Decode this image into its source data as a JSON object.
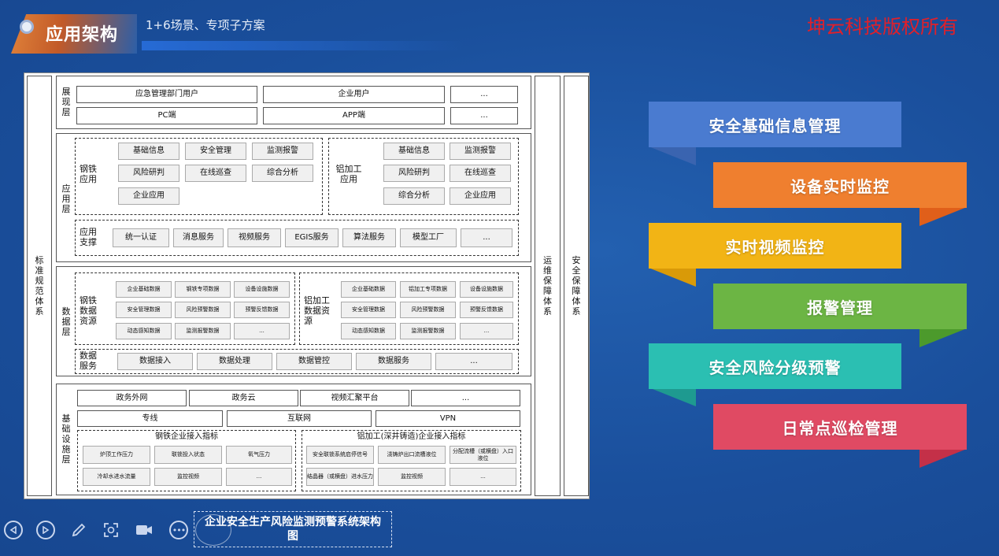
{
  "header": {
    "title": "应用架构",
    "subtitle": "1+6场景、专项子方案",
    "watermark": "坤云科技版权所有"
  },
  "diagram": {
    "left_label": "标准规范体系",
    "right_labels": [
      "运维保障体系",
      "安全保障体系"
    ],
    "presentation": {
      "label": "展现层",
      "row1": [
        "应急管理部门用户",
        "企业用户",
        "..."
      ],
      "row2": [
        "PC端",
        "APP端",
        "..."
      ]
    },
    "application": {
      "label": "应用层",
      "steel": {
        "label": "钢铁应用",
        "items": [
          "基础信息",
          "安全管理",
          "监测报警",
          "风险研判",
          "在线巡查",
          "综合分析",
          "企业应用"
        ]
      },
      "aluminum": {
        "label": "铝加工应用",
        "items": [
          "基础信息",
          "监测报警",
          "风险研判",
          "在线巡查",
          "综合分析",
          "企业应用"
        ]
      },
      "support": {
        "label": "应用支撑",
        "items": [
          "统一认证",
          "消息服务",
          "视频服务",
          "EGIS服务",
          "算法服务",
          "模型工厂",
          "..."
        ]
      }
    },
    "data": {
      "label": "数据层",
      "steel": {
        "label": "钢铁数据资源",
        "items": [
          "企业基础数据",
          "钢铁专项数据",
          "设备设施数据",
          "安全管理数据",
          "风险预警数据",
          "预警反馈数据",
          "动态感知数据",
          "监测报警数据",
          "..."
        ]
      },
      "aluminum": {
        "label": "铝加工数据资源",
        "items": [
          "企业基础数据",
          "铝加工专项数据",
          "设备设施数据",
          "安全管理数据",
          "风险预警数据",
          "预警反馈数据",
          "动态感知数据",
          "监测报警数据",
          "..."
        ]
      },
      "services": {
        "label": "数据服务",
        "items": [
          "数据接入",
          "数据处理",
          "数据管控",
          "数据服务",
          "..."
        ]
      }
    },
    "infrastructure": {
      "label": "基础设施层",
      "row1": [
        "政务外网",
        "政务云",
        "视频汇聚平台",
        "..."
      ],
      "row2": [
        "专线",
        "互联网",
        "VPN"
      ],
      "steel_title": "钢铁企业接入指标",
      "steel_items": [
        "炉顶工作压力",
        "联锁投入状态",
        "氧气压力",
        "冷却水进水流量",
        "监控视频",
        "..."
      ],
      "aluminum_title": "铝加工(深井铸造)企业接入指标",
      "aluminum_items": [
        "安全联锁系统启停信号",
        "浇铸炉出口流槽液位",
        "分配流槽（或横盘）入口液位",
        "结晶器（或横盘）进水压力",
        "监控视频",
        "..."
      ]
    }
  },
  "ribbons": [
    {
      "label": "安全基础信息管理",
      "color": "#4a7bd0"
    },
    {
      "label": "设备实时监控",
      "color": "#ef7f2f"
    },
    {
      "label": "实时视频监控",
      "color": "#f2b415"
    },
    {
      "label": "报警管理",
      "color": "#6cb544"
    },
    {
      "label": "安全风险分级预警",
      "color": "#2bbfb2"
    },
    {
      "label": "日常点巡检管理",
      "color": "#e04a63"
    }
  ],
  "toolbar": {
    "icons": [
      "prev-icon",
      "next-icon",
      "pen-icon",
      "screenshot-icon",
      "camera-icon",
      "more-icon"
    ],
    "caption": "企业安全生产风险监测预警系统架构图"
  }
}
